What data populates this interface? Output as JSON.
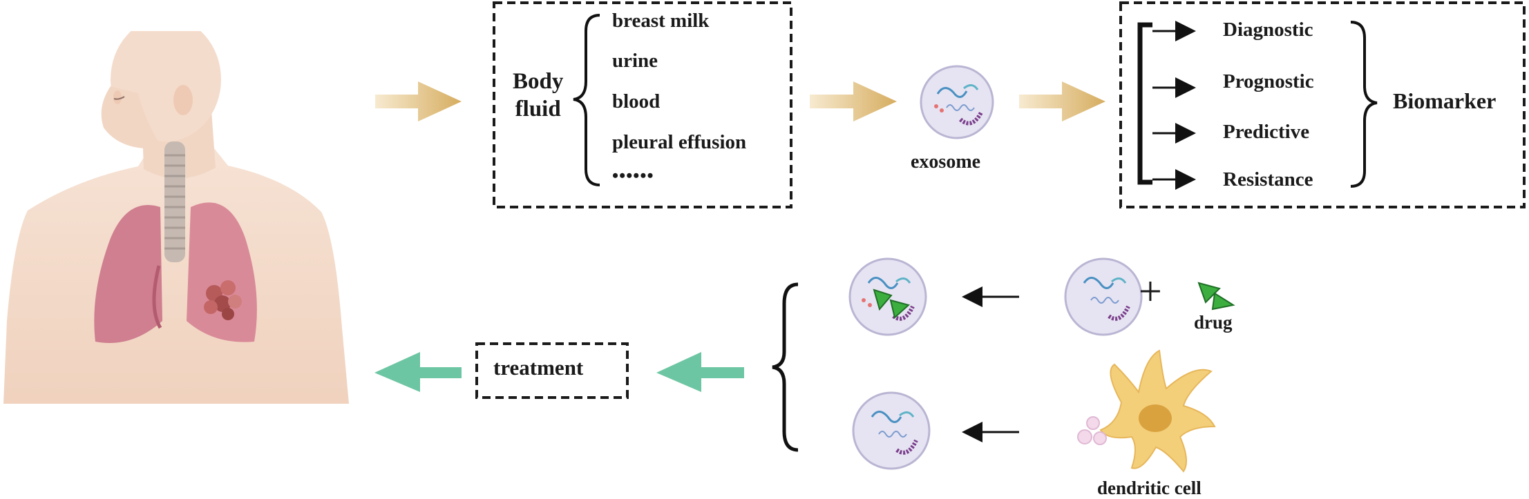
{
  "body_fluid": {
    "label_line1": "Body",
    "label_line2": "fluid",
    "items": [
      "breast milk",
      "urine",
      "blood",
      "pleural effusion",
      "••••••"
    ]
  },
  "exosome_label": "exosome",
  "biomarker": {
    "items": [
      "Diagnostic",
      "Prognostic",
      "Predictive",
      "Resistance"
    ],
    "label": "Biomarker"
  },
  "treatment_label": "treatment",
  "drug_label": "drug",
  "plus_sign": "+",
  "dendritic_label": "dendritic cell",
  "colors": {
    "gold_arrow": "#d9b56e",
    "green_arrow": "#6dc6a3",
    "lung": "#cf7f8f",
    "skin": "#f2d9c8",
    "exosome_fill": "#e6e4f2",
    "drug_green": "#3cae3f",
    "dendritic": "#f3cf7a"
  }
}
